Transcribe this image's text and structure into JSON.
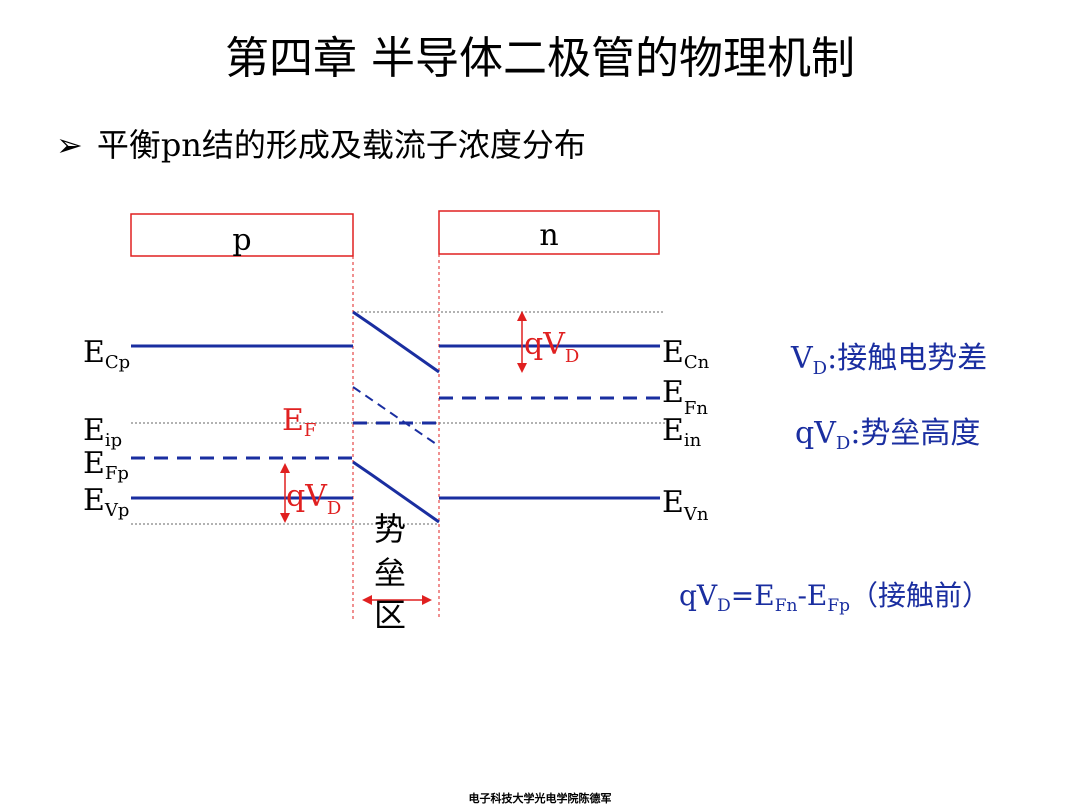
{
  "slide": {
    "title": "第四章 半导体二极管的物理机制",
    "bullet_marker": "➢",
    "subtitle": "平衡pn结的形成及载流子浓度分布",
    "footer": "电子科技大学光电学院陈德军"
  },
  "diagram": {
    "region_p": "p",
    "region_n": "n",
    "levels_left": {
      "E_Cp": {
        "main": "E",
        "sub": "Cp"
      },
      "E_ip": {
        "main": "E",
        "sub": "ip"
      },
      "E_Fp": {
        "main": "E",
        "sub": "Fp"
      },
      "E_Vp": {
        "main": "E",
        "sub": "Vp"
      }
    },
    "levels_right": {
      "E_Cn": {
        "main": "E",
        "sub": "Cn"
      },
      "E_Fn": {
        "main": "E",
        "sub": "Fn"
      },
      "E_in": {
        "main": "E",
        "sub": "in"
      },
      "E_Vn": {
        "main": "E",
        "sub": "Vn"
      }
    },
    "fermi_label": {
      "main": "E",
      "sub": "F"
    },
    "barrier_height_label": {
      "main": "qV",
      "sub": "D"
    },
    "barrier_region_label": [
      "势",
      "垒",
      "区"
    ],
    "colors": {
      "band": "#1a2ea0",
      "accent": "#e02020",
      "text_blue": "#1a2ea0"
    }
  },
  "notes": {
    "vd_def": {
      "main": "V",
      "sub": "D",
      "text": ":接触电势差"
    },
    "qvd_def": {
      "pre": "qV",
      "sub": "D",
      "text": ":势垒高度"
    },
    "equation": {
      "pre": "qV",
      "sub1": "D",
      "mid1": "=E",
      "sub2": "Fn",
      "mid2": "-E",
      "sub3": "Fp",
      "post": "（接触前）"
    }
  }
}
